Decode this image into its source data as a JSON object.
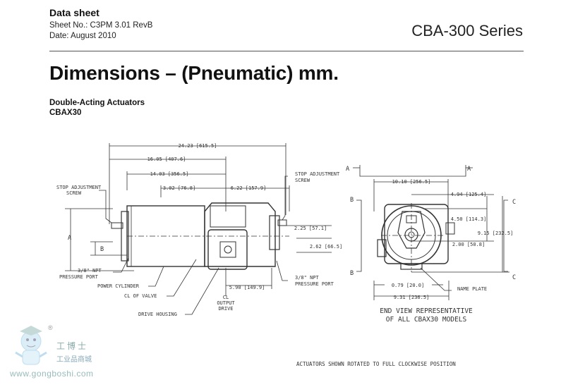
{
  "header": {
    "title": "Data sheet",
    "sheet_no": "Sheet No.: C3PM 3.01 RevB",
    "date": "Date: August 2010",
    "series": "CBA-300 Series"
  },
  "main_title": "Dimensions – (Pneumatic) mm.",
  "subtitle": "Double-Acting Actuators",
  "model": "CBAX30",
  "drawing": {
    "dims": {
      "d1": "24.23 [615.5]",
      "d2": "16.05 [407.6]",
      "d3": "14.03 [356.5]",
      "d4": "3.02 [76.8]",
      "d5": "6.22 [157.9]",
      "d6": "2.25 [57.1]",
      "d7": "2.62 [66.5]",
      "d8": "5.90 [149.9]",
      "e1": "10.10 [256.5]",
      "e2": "4.94 [125.4]",
      "e3": "4.50 [114.3]",
      "e4": "9.15 [232.5]",
      "e5": "2.00 [50.8]",
      "e6": "0.79 [20.0]",
      "e7": "9.31 [236.5]"
    },
    "labels": {
      "stop_left_1": "STOP ADJUSTMENT",
      "stop_left_2": "SCREW",
      "stop_right_1": "STOP ADJUSTMENT",
      "stop_right_2": "SCREW",
      "npt_left_1": "3/8\" NPT",
      "npt_left_2": "PRESSURE PORT",
      "power_cylinder": "POWER CYLINDER",
      "cl_valve": "CL OF VALVE",
      "drive_housing": "DRIVE HOUSING",
      "cl_output_1": "CL",
      "cl_output_2": "OUTPUT",
      "cl_output_3": "DRIVE",
      "npt_right_1": "3/8\" NPT",
      "npt_right_2": "PRESSURE PORT",
      "name_plate": "NAME PLATE",
      "end_view_1": "END VIEW REPRESENTATIVE",
      "end_view_2": "OF ALL CBAX30 MODELS",
      "footnote": "ACTUATORS SHOWN ROTATED TO FULL CLOCKWISE POSITION",
      "A": "A",
      "B": "B",
      "C": "C"
    }
  },
  "logo": {
    "registered": "®",
    "name_cn": "工博士",
    "tagline_cn": "工业品商城",
    "url": "www.gongboshi.com"
  }
}
